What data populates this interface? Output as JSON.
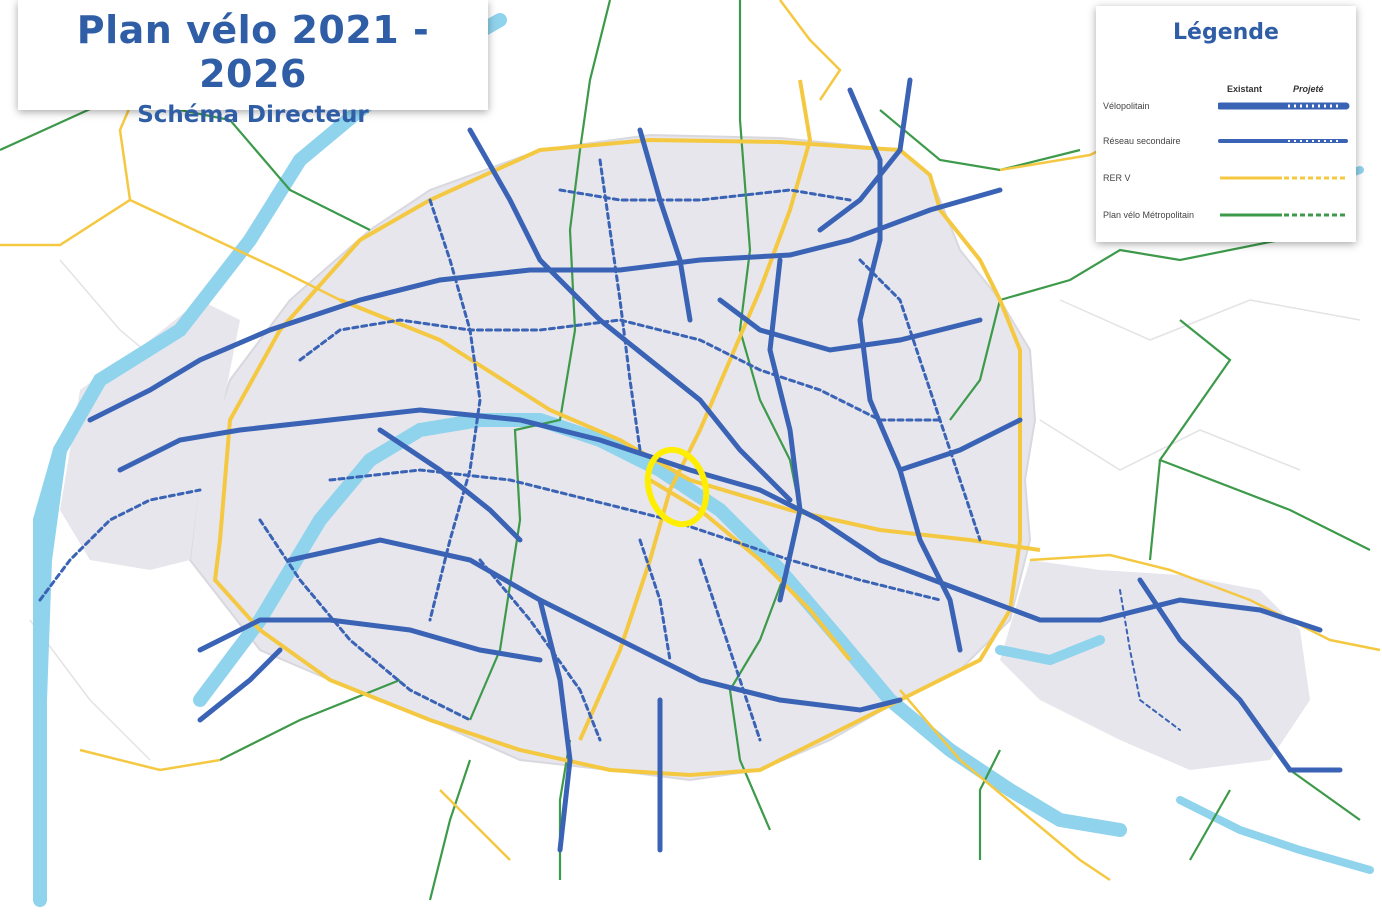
{
  "title": "Plan vélo 2021 - 2026",
  "subtitle": "Schéma Directeur",
  "legend": {
    "title": "Légende",
    "col_existing": "Existant",
    "col_projected": "Projeté",
    "items": [
      {
        "label": "Vélopolitain",
        "color": "#3a63b5"
      },
      {
        "label": "Réseau secondaire",
        "color": "#3a63b5"
      },
      {
        "label": "RER V",
        "color": "#f5c842"
      },
      {
        "label": "Plan vélo Métropolitain",
        "color": "#3d9a4a"
      }
    ]
  },
  "colors": {
    "city_fill": "#e6e6ec",
    "river": "#8fd3ec",
    "velopolitain": "#3a63b5",
    "secondary": "#3a63b5",
    "rer_v": "#f5c842",
    "metropolitain": "#3d9a4a",
    "highlight": "#ffee00"
  }
}
